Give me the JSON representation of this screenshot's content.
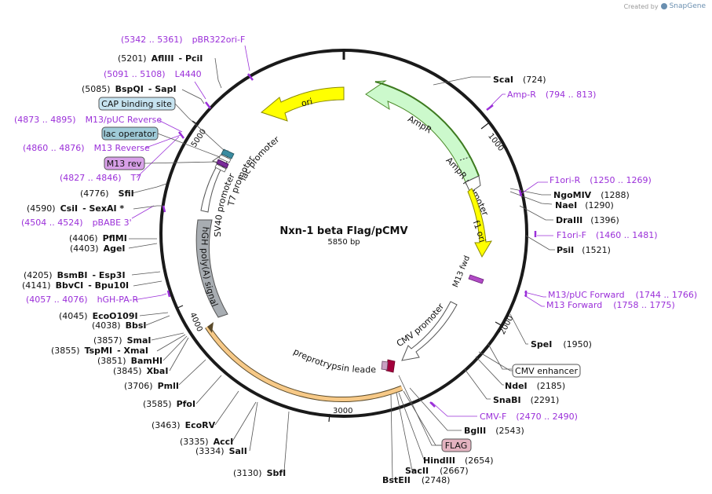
{
  "credit": {
    "prefix": "Created by",
    "brand": "SnapGene"
  },
  "plasmid": {
    "name": "Nxn-1 beta Flag/pCMV",
    "size": "5850 bp"
  },
  "backbone_ticks": [
    "1000",
    "2000",
    "3000",
    "4000",
    "5000"
  ],
  "sites_right": [
    {
      "name": "ScaI",
      "pos": "(724)"
    },
    {
      "name": "NgoMIV",
      "pos": "(1288)"
    },
    {
      "name": "NaeI",
      "pos": "(1290)"
    },
    {
      "name": "DraIII",
      "pos": "(1396)"
    },
    {
      "name": "PsiI",
      "pos": "(1521)"
    },
    {
      "name": "SpeI",
      "pos": "(1950)"
    },
    {
      "name": "NdeI",
      "pos": "(2185)"
    },
    {
      "name": "SnaBI",
      "pos": "(2291)"
    },
    {
      "name": "BglII",
      "pos": "(2543)"
    },
    {
      "name": "HindIII",
      "pos": "(2654)"
    },
    {
      "name": "SacII",
      "pos": "(2667)"
    },
    {
      "name": "BstEII",
      "pos": "(2748)"
    }
  ],
  "sites_left": [
    {
      "pos": "(5201)",
      "name": "AflIII",
      "name2": "PciI"
    },
    {
      "pos": "(5085)",
      "name": "BspQI",
      "name2": "SapI"
    },
    {
      "pos": "(4776)",
      "name": "SfiI"
    },
    {
      "pos": "(4590)",
      "name": "CsiI",
      "name2": "SexAI *"
    },
    {
      "pos": "(4406)",
      "name": "PflMI"
    },
    {
      "pos": "(4403)",
      "name": "AgeI"
    },
    {
      "pos": "(4205)",
      "name": "BsmBI",
      "name2": "Esp3I"
    },
    {
      "pos": "(4141)",
      "name": "BbvCI",
      "name2": "Bpu10I"
    },
    {
      "pos": "(4045)",
      "name": "EcoO109I"
    },
    {
      "pos": "(4038)",
      "name": "BbsI"
    },
    {
      "pos": "(3857)",
      "name": "SmaI"
    },
    {
      "pos": "(3855)",
      "name": "TspMI",
      "name2": "XmaI"
    },
    {
      "pos": "(3851)",
      "name": "BamHI"
    },
    {
      "pos": "(3845)",
      "name": "XbaI"
    },
    {
      "pos": "(3706)",
      "name": "PmlI"
    },
    {
      "pos": "(3585)",
      "name": "PfoI"
    },
    {
      "pos": "(3463)",
      "name": "EcoRV"
    },
    {
      "pos": "(3335)",
      "name": "AccI"
    },
    {
      "pos": "(3334)",
      "name": "SalI"
    },
    {
      "pos": "(3130)",
      "name": "SbfI"
    }
  ],
  "primers": [
    {
      "range": "(5342 .. 5361)",
      "name": "pBR322ori-F"
    },
    {
      "range": "(5091 .. 5108)",
      "name": "L4440"
    },
    {
      "range": "(4873 .. 4895)",
      "name": "M13/pUC Reverse"
    },
    {
      "range": "(4860 .. 4876)",
      "name": "M13 Reverse"
    },
    {
      "range": "(4827 .. 4846)",
      "name": "T7"
    },
    {
      "range": "(4504 .. 4524)",
      "name": "pBABE 3'"
    },
    {
      "range": "(4057 .. 4076)",
      "name": "hGH-PA-R"
    },
    {
      "name": "Amp-R",
      "range": "(794 .. 813)"
    },
    {
      "name": "F1ori-R",
      "range": "(1250 .. 1269)"
    },
    {
      "name": "F1ori-F",
      "range": "(1460 .. 1481)"
    },
    {
      "name": "M13/pUC Forward",
      "range": "(1744 .. 1766)"
    },
    {
      "name": "M13 Forward",
      "range": "(1758 .. 1775)"
    },
    {
      "name": "CMV-F",
      "range": "(2470 .. 2490)"
    }
  ],
  "boxed_features": [
    "CAP binding site",
    "lac operator",
    "M13 rev",
    "CMV enhancer",
    "FLAG"
  ],
  "features": [
    "ori",
    "AmpR",
    "AmpR promoter",
    "f1 ori",
    "M13 fwd",
    "CMV promoter",
    "preprotrypsin leader",
    "hGH poly(A) signal",
    "SV40 promoter",
    "T7 promoter",
    "lac promoter"
  ],
  "colors": {
    "ori": "#ffff00",
    "ampr": "#ccf9cc",
    "ampr_outline": "#4d8b2a",
    "f1ori": "#ffff00",
    "orf": "#f7c987",
    "polya": "#a8adb2",
    "cap_box": "#c6e3f0",
    "lac_box": "#9fcbd8",
    "m13rev_box": "#d8a0e8",
    "flag_box": "#e3b3c0",
    "primer": "#9b30d9"
  }
}
